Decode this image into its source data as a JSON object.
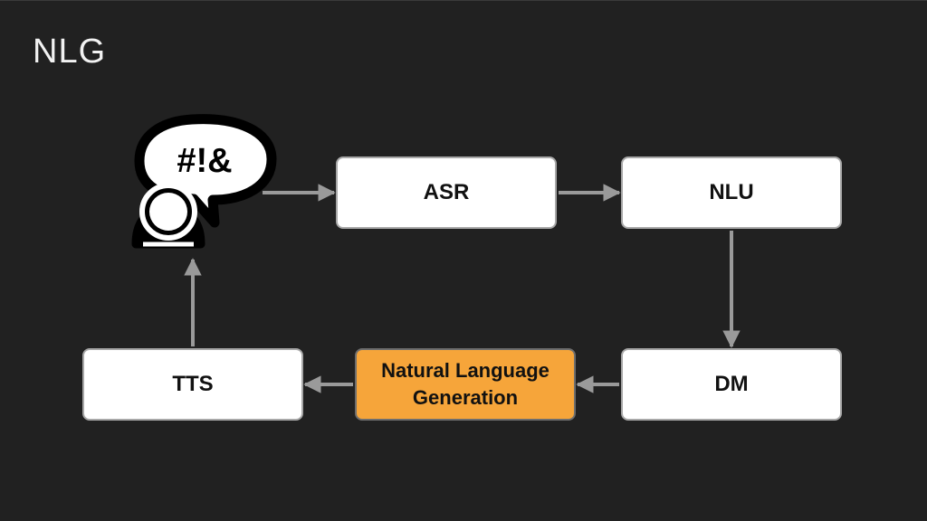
{
  "slide": {
    "title": "NLG"
  },
  "diagram": {
    "user": {
      "speech_text": "#!&",
      "icon": "speaking-person-icon"
    },
    "nodes": {
      "asr": "ASR",
      "nlu": "NLU",
      "dm": "DM",
      "nlg": "Natural Language Generation",
      "tts": "TTS"
    },
    "flow": [
      "user",
      "asr",
      "nlu",
      "dm",
      "nlg",
      "tts",
      "user"
    ],
    "colors": {
      "background": "#212121",
      "node_fill": "#ffffff",
      "highlight_fill": "#f6a53a",
      "arrow": "#9a9a9a"
    }
  }
}
